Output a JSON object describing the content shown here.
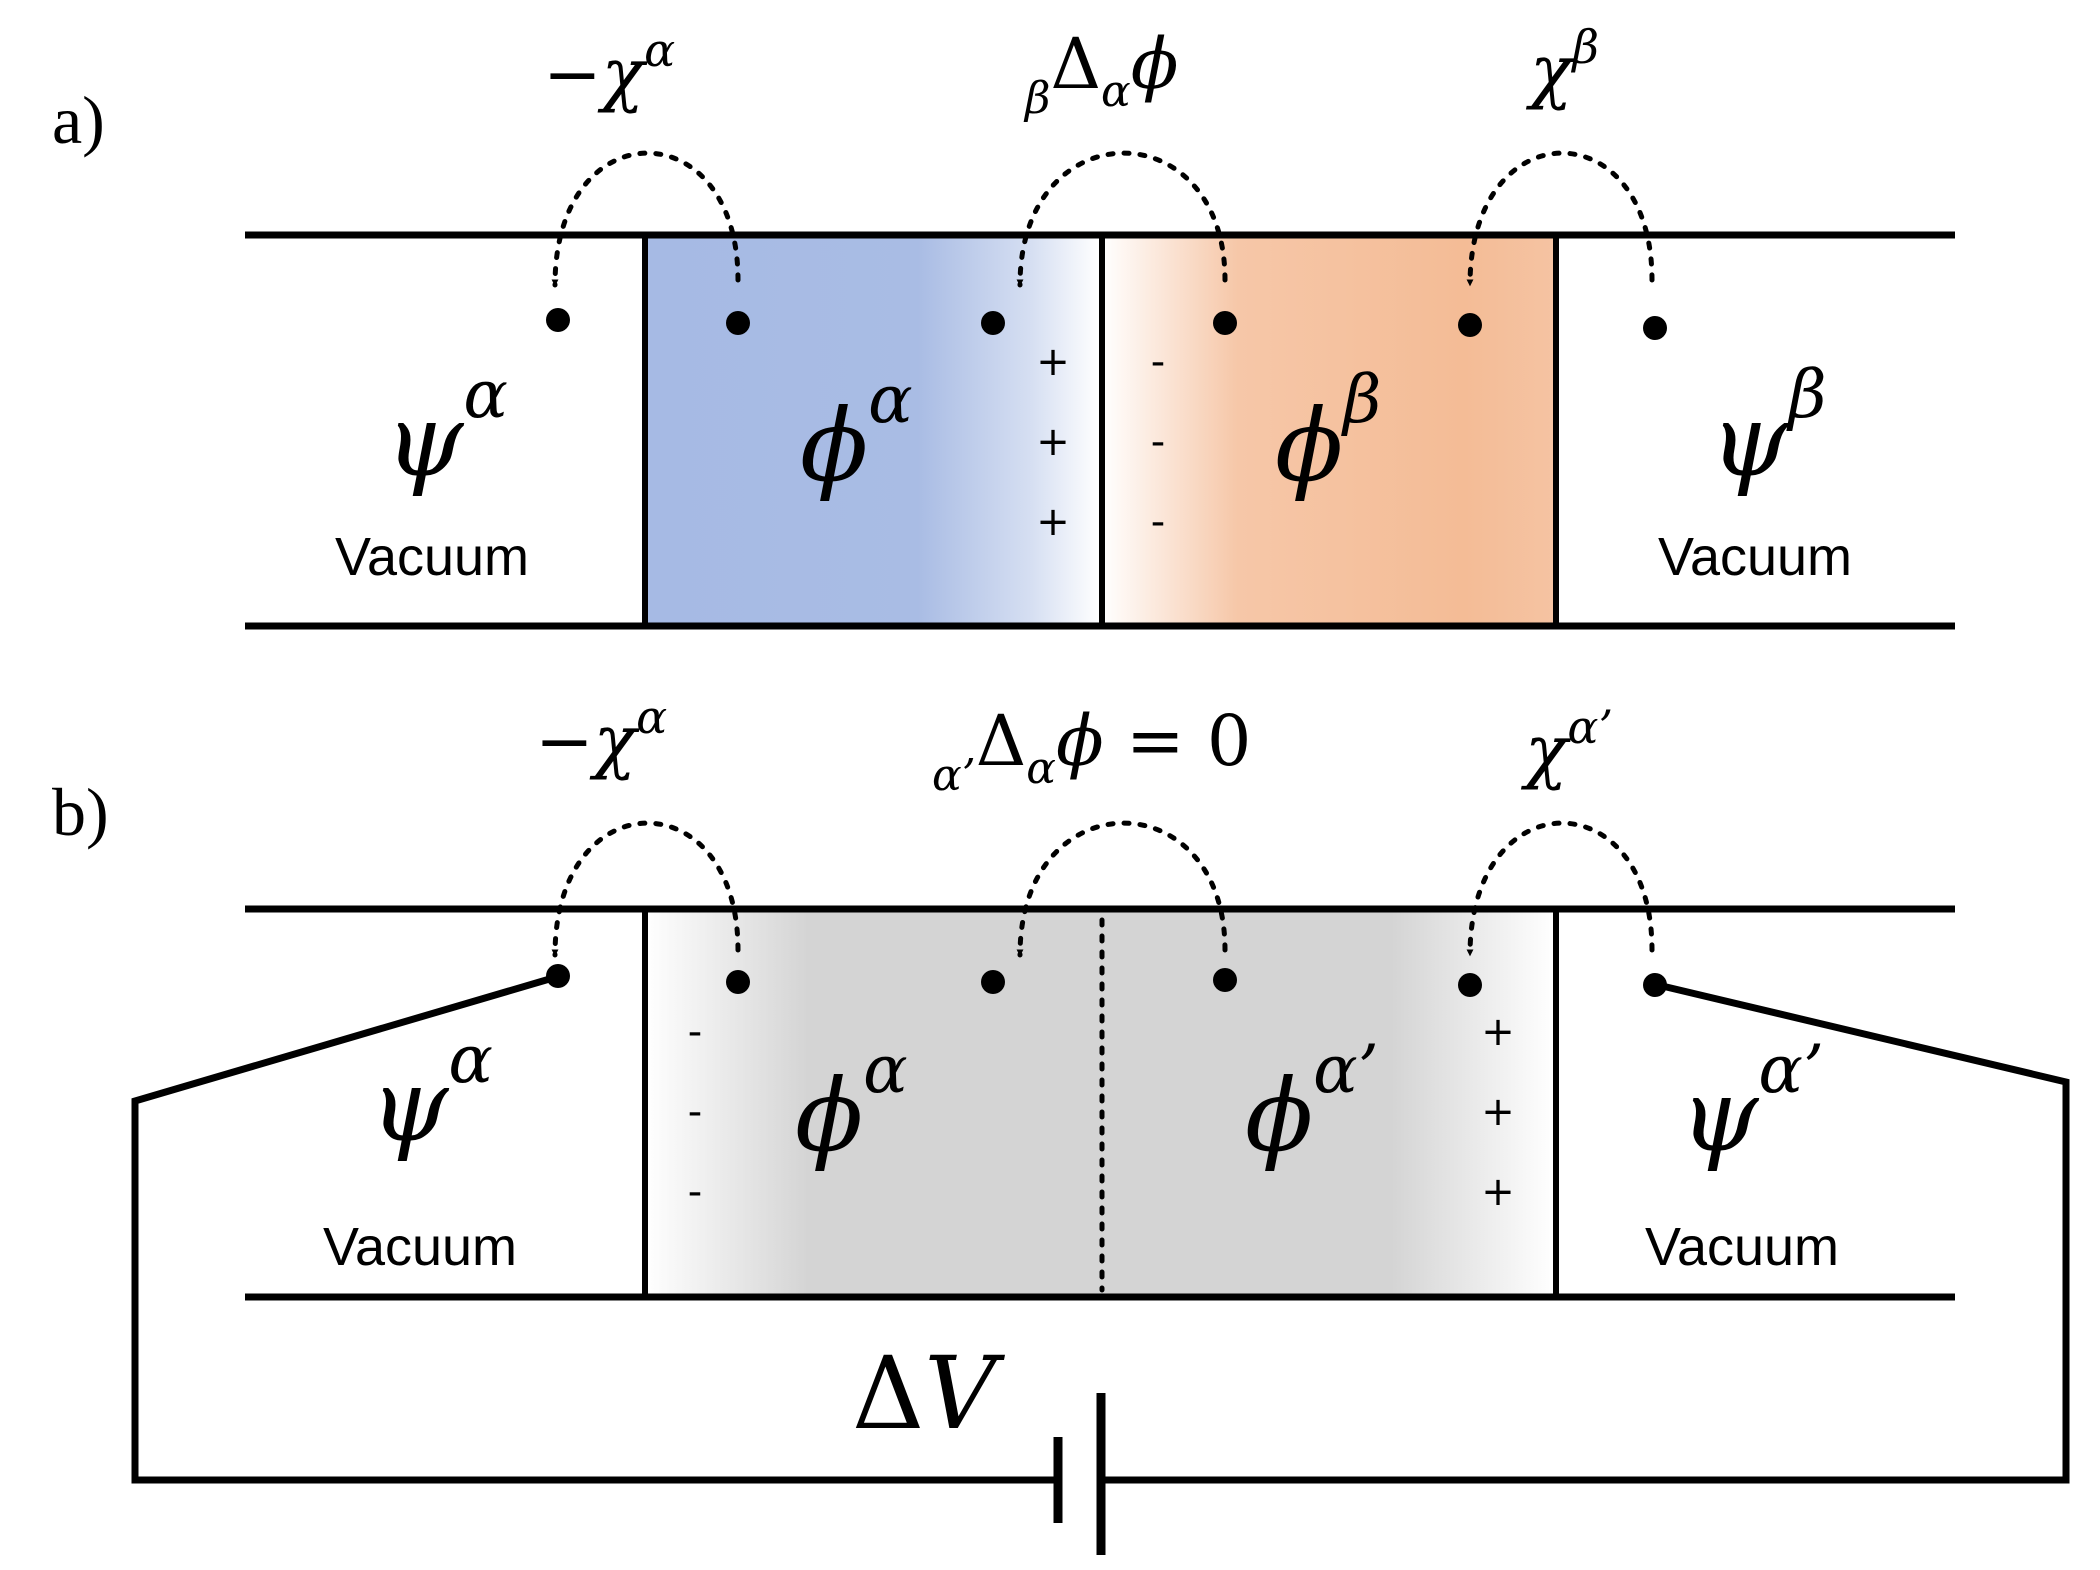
{
  "colors": {
    "alpha_phase": "#a6bae4",
    "beta_phase": "#f4bd98",
    "shared_phase": "#d4d4d4",
    "line": "#000000"
  },
  "panel_a": {
    "label": "a)",
    "left_vacuum": {
      "potential": "ψ",
      "sup": "α",
      "label": "Vacuum"
    },
    "phase_left": {
      "potential": "ϕ",
      "sup": "α"
    },
    "phase_right": {
      "potential": "ϕ",
      "sup": "β"
    },
    "right_vacuum": {
      "potential": "ψ",
      "sup": "β",
      "label": "Vacuum"
    },
    "jump_left": {
      "prefix": "−",
      "symbol": "χ",
      "sup": "α"
    },
    "jump_middle": {
      "sub_left": "β",
      "delta": "Δ",
      "sub_right": "α",
      "symbol": "ϕ"
    },
    "jump_right": {
      "symbol": "χ",
      "sup": "β"
    },
    "charges_left": [
      "+",
      "+",
      "+"
    ],
    "charges_right": [
      "-",
      "-",
      "-"
    ]
  },
  "panel_b": {
    "label": "b)",
    "left_vacuum": {
      "potential": "ψ",
      "sup": "α",
      "label": "Vacuum"
    },
    "phase_left": {
      "potential": "ϕ",
      "sup": "α"
    },
    "phase_right": {
      "potential": "ϕ",
      "sup": "α’"
    },
    "right_vacuum": {
      "potential": "ψ",
      "sup": "α’",
      "label": "Vacuum"
    },
    "jump_left": {
      "prefix": "−",
      "symbol": "χ",
      "sup": "α"
    },
    "jump_middle": {
      "sub_left": "α’",
      "delta": "Δ",
      "sub_right": "α",
      "symbol": "ϕ",
      "suffix": " = 0"
    },
    "jump_right": {
      "symbol": "χ",
      "sup": "α’"
    },
    "charges_left": [
      "-",
      "-",
      "-"
    ],
    "charges_right": [
      "+",
      "+",
      "+"
    ],
    "voltage": {
      "delta": "Δ",
      "symbol": "V"
    }
  }
}
